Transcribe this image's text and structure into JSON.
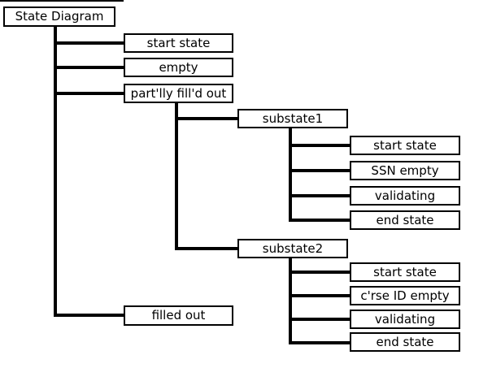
{
  "diagram": {
    "tree": {
      "label": "State Diagram",
      "children": [
        {
          "label": "start state"
        },
        {
          "label": "empty"
        },
        {
          "label": "part'lly fill'd out",
          "children": [
            {
              "label": "substate1",
              "children": [
                {
                  "label": "start state"
                },
                {
                  "label": "SSN empty"
                },
                {
                  "label": "validating"
                },
                {
                  "label": "end state"
                }
              ]
            },
            {
              "label": "substate2",
              "children": [
                {
                  "label": "start state"
                },
                {
                  "label": "c'rse ID empty"
                },
                {
                  "label": "validating"
                },
                {
                  "label": "end state"
                }
              ]
            }
          ]
        },
        {
          "label": "filled out"
        }
      ]
    },
    "colors": {
      "line": "#000000",
      "box_border": "#000000",
      "box_fill": "#ffffff",
      "text": "#000000",
      "background": "#ffffff"
    }
  }
}
